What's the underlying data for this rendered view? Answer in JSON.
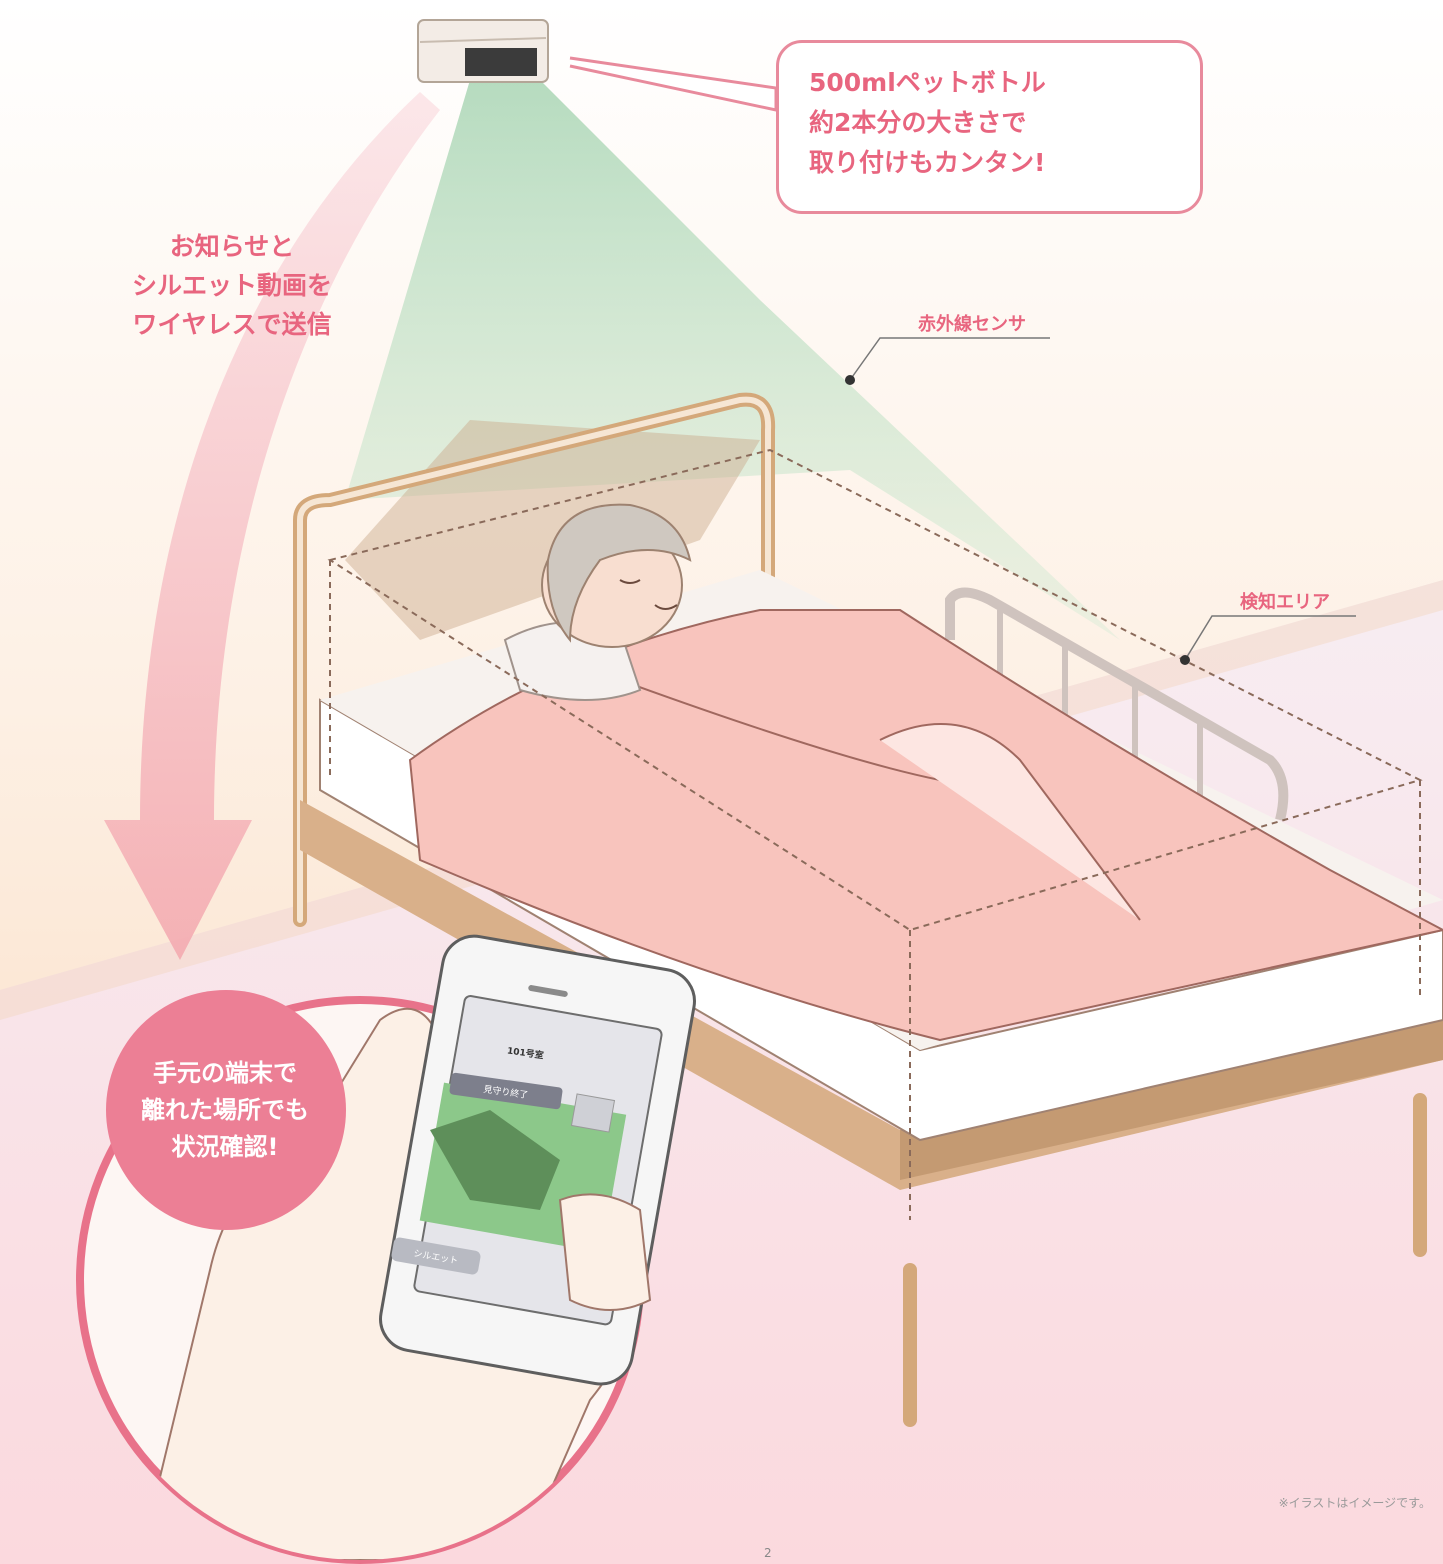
{
  "callouts": {
    "send": [
      "お知らせと",
      "シルエット動画を",
      "ワイヤレスで送信"
    ],
    "bottle": [
      "500mlペットボトル",
      "約2本分の大きさで",
      "取り付けもカンタン!"
    ],
    "device": [
      "手元の端末で",
      "離れた場所でも",
      "状況確認!"
    ]
  },
  "labels": {
    "ir_sensor": "赤外線センサ",
    "detection_area": "検知エリア"
  },
  "phone": {
    "room_title": "101号室",
    "watch_end_button": "見守り終了",
    "silhouette_button": "シルエット"
  },
  "note": "※イラストはイメージです。",
  "page_number": "2",
  "colors": {
    "accent": "#e8657f",
    "callout_border": "#e88a9c",
    "sensor_beam": "#a9d5b4",
    "wall": "#fbe7d4",
    "blanket": "#f8c4bd",
    "bed_frame": "#d4a87a",
    "phone_screen_silhouette": "#8cc88a"
  }
}
